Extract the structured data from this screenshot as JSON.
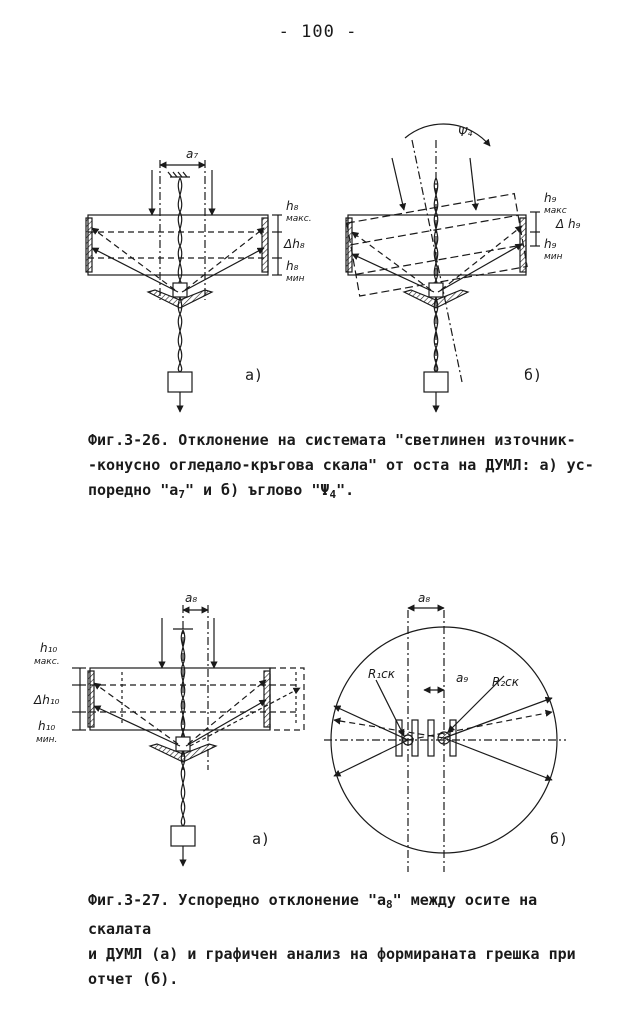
{
  "page": {
    "number": "- 100 -"
  },
  "figure1": {
    "left": {
      "label_a": "a₇",
      "h_max": "h₈",
      "h_max_sub": "макс.",
      "delta_h": "Δh₈",
      "h_min": "h₈",
      "h_min_sub": "мин",
      "panel_label": "а)"
    },
    "right": {
      "label_psi": "Ψ₄",
      "h_max": "h₉",
      "h_max_sub": "макс",
      "delta_h": "Δ h₉",
      "h_min": "h₉",
      "h_min_sub": "мин",
      "panel_label": "б)"
    },
    "caption_line1": "Фиг.3-26. Отклонение на системата \"светлинен източник-",
    "caption_line2": "-конусно огледало-кръгова скала\" от оста на ДУМЛ: а) ус-",
    "caption_line3_a": "поредно \"a",
    "caption_line3_sub": "7",
    "caption_line3_b": "\" и б) ъглово \"Ψ",
    "caption_line3_sub2": "4",
    "caption_line3_c": "\"."
  },
  "figure2": {
    "left": {
      "label_a": "a₈",
      "h_max": "h₁₀",
      "h_max_sub": "макс.",
      "delta_h": "Δh₁₀",
      "h_min": "h₁₀",
      "h_min_sub": "мин.",
      "panel_label": "а)"
    },
    "right": {
      "label_a8": "a₈",
      "label_a9": "a₉",
      "r1": "R₁ск",
      "r2": "R₂ск",
      "panel_label": "б)"
    },
    "caption_line1_a": "Фиг.3-27. Успоредно отклонение \"a",
    "caption_line1_sub": "8",
    "caption_line1_b": "\" между осите на скалата",
    "caption_line2": "и ДУМЛ (а) и графичен анализ на формираната грешка при",
    "caption_line3": "отчет (б)."
  }
}
